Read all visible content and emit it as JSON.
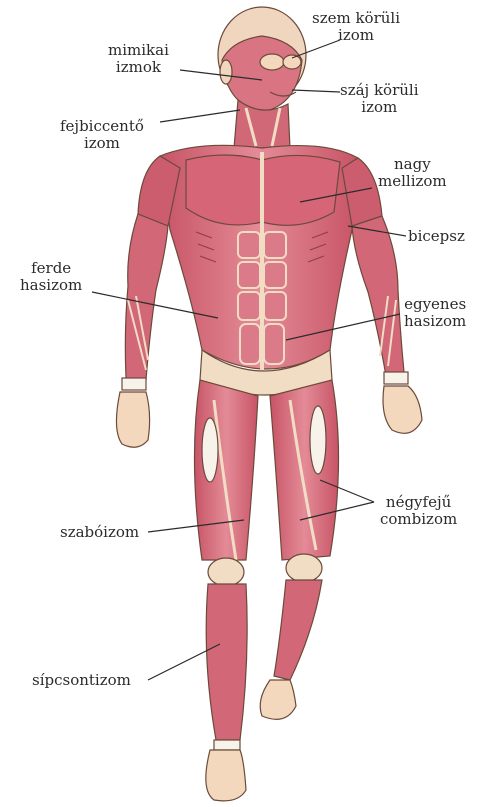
{
  "labels": {
    "eye": [
      "szem körüli",
      "izom"
    ],
    "mimic": [
      "mimikai",
      "izmok"
    ],
    "mouth": [
      "száj körüli",
      "izom"
    ],
    "scm": [
      "fejbiccentő",
      "izom"
    ],
    "pectoral": [
      "nagy",
      "mellizom"
    ],
    "biceps": "bicepsz",
    "oblique": [
      "ferde",
      "hasizom"
    ],
    "rectus": [
      "egyenes",
      "hasizom"
    ],
    "quadriceps": [
      "négyfejű",
      "combizom"
    ],
    "sartorius": "szabóizom",
    "tibialis": "sípcsontizom"
  },
  "colors": {
    "muscle": "#d9707f",
    "muscle_dark": "#b84656",
    "tendon": "#f1dcc4",
    "skin": "#f3d8bd",
    "outline": "#6b4a3a"
  }
}
